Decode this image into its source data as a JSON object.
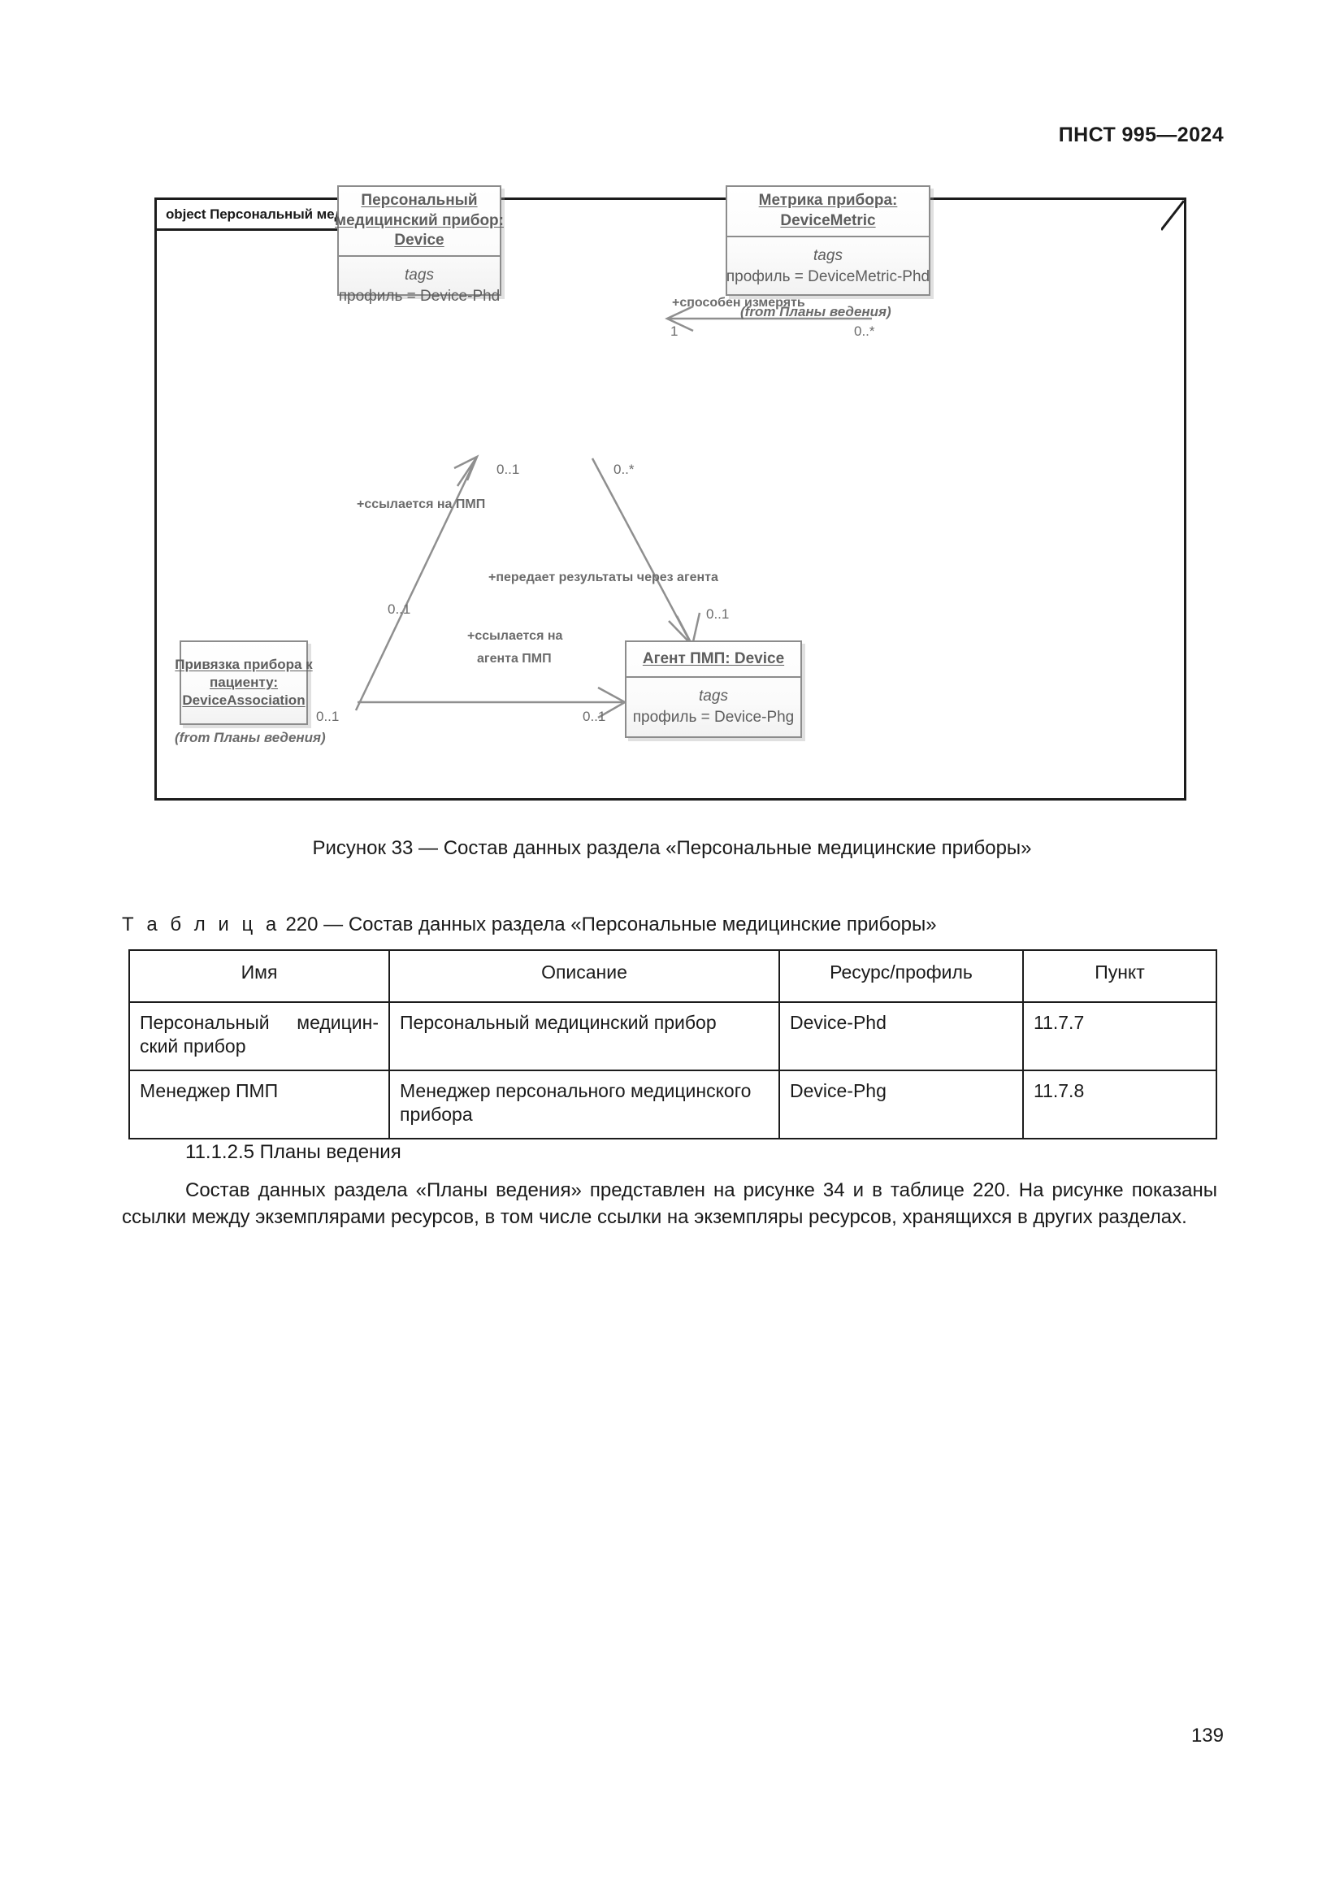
{
  "header": {
    "standard_ref": "ПНСТ 995—2024"
  },
  "figure": {
    "frame_label": "object Персональный медицинский прибор",
    "caption": "Рисунок 33 — Состав данных раздела «Персональные медицинские приборы»",
    "nodes": [
      {
        "id": "device",
        "name_lines": [
          "Персональный",
          "медицинский прибор:",
          "Device"
        ],
        "tags_label": "tags",
        "profile": "профиль = Device-Phd",
        "from_note": ""
      },
      {
        "id": "device-metric",
        "name_lines": [
          "Метрика прибора:",
          "DeviceMetric"
        ],
        "tags_label": "tags",
        "profile": "профиль = DeviceMetric-Phd",
        "from_note": "(from Планы ведения)"
      },
      {
        "id": "device-association",
        "name_lines": [
          "Привязка прибора к",
          "пациенту:",
          "DeviceAssociation"
        ],
        "tags_label": "",
        "profile": "",
        "from_note": "(from Планы ведения)"
      },
      {
        "id": "agent",
        "name_lines": [
          "Агент ПМП: Device"
        ],
        "tags_label": "tags",
        "profile": "профиль = Device-Phg",
        "from_note": ""
      }
    ],
    "edges": [
      {
        "id": "measures",
        "label": "+способен измерять",
        "source_mult": "0..*",
        "target_mult": "1"
      },
      {
        "id": "refers-to-pmp",
        "label": "+ссылается на ПМП",
        "source_mult": "0..1",
        "target_mult": "0..1"
      },
      {
        "id": "transmits-via-agent",
        "label": "+передает результаты через агента",
        "source_mult": "0..*",
        "target_mult": "0..1"
      },
      {
        "id": "refers-to-agent",
        "label_lines": [
          "+ссылается на",
          "агента ПМП"
        ],
        "source_mult": "0..1",
        "target_mult": "0..1"
      }
    ]
  },
  "table": {
    "caption_word": "Т а б л и ц а",
    "caption_rest": "220 — Состав данных раздела «Персональные медицинские приборы»",
    "headers": [
      "Имя",
      "Описание",
      "Ресурс/профиль",
      "Пункт"
    ],
    "rows": [
      {
        "name_part1": "Персональный медицин-",
        "name_part2": "ский прибор",
        "description": "Персональный медицинский прибор",
        "resource": "Device-Phd",
        "item": "11.7.7"
      },
      {
        "name_part1": "Менеджер ПМП",
        "name_part2": "",
        "description": "Менеджер персонального медицинского прибора",
        "resource": "Device-Phg",
        "item": "11.7.8"
      }
    ]
  },
  "content": {
    "section_heading": "11.1.2.5 Планы ведения",
    "paragraph": "Состав данных раздела «Планы ведения» представлен на рисунке 34 и в таблице 220. На рисунке показаны ссылки между экземплярами ресурсов, в том числе ссылки на экземпляры ресурсов, хранящихся в других разделах."
  },
  "footer": {
    "page_number": "139"
  }
}
